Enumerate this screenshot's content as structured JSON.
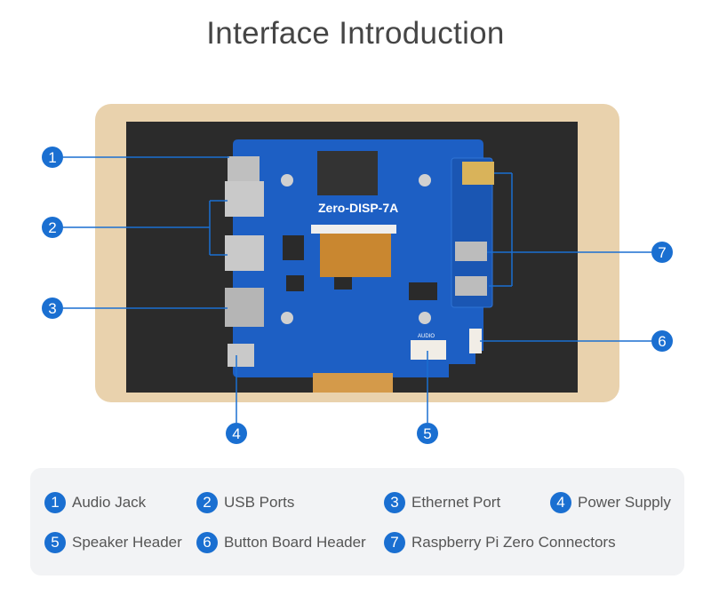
{
  "title": "Interface Introduction",
  "board": {
    "model_label": "Zero-DISP-7A",
    "audio_label": "AUDIO"
  },
  "colors": {
    "accent": "#1a6fd1",
    "frame": "#e9d2ad",
    "screen": "#2a2a2a",
    "board": "#1d5fc4",
    "legend_bg": "#f2f3f5"
  },
  "callouts": [
    "1",
    "2",
    "3",
    "4",
    "5",
    "6",
    "7"
  ],
  "legend": [
    {
      "num": "1",
      "label": "Audio Jack"
    },
    {
      "num": "2",
      "label": "USB Ports"
    },
    {
      "num": "3",
      "label": "Ethernet Port"
    },
    {
      "num": "4",
      "label": "Power Supply"
    },
    {
      "num": "5",
      "label": "Speaker Header"
    },
    {
      "num": "6",
      "label": "Button Board Header"
    },
    {
      "num": "7",
      "label": "Raspberry Pi Zero Connectors"
    }
  ]
}
